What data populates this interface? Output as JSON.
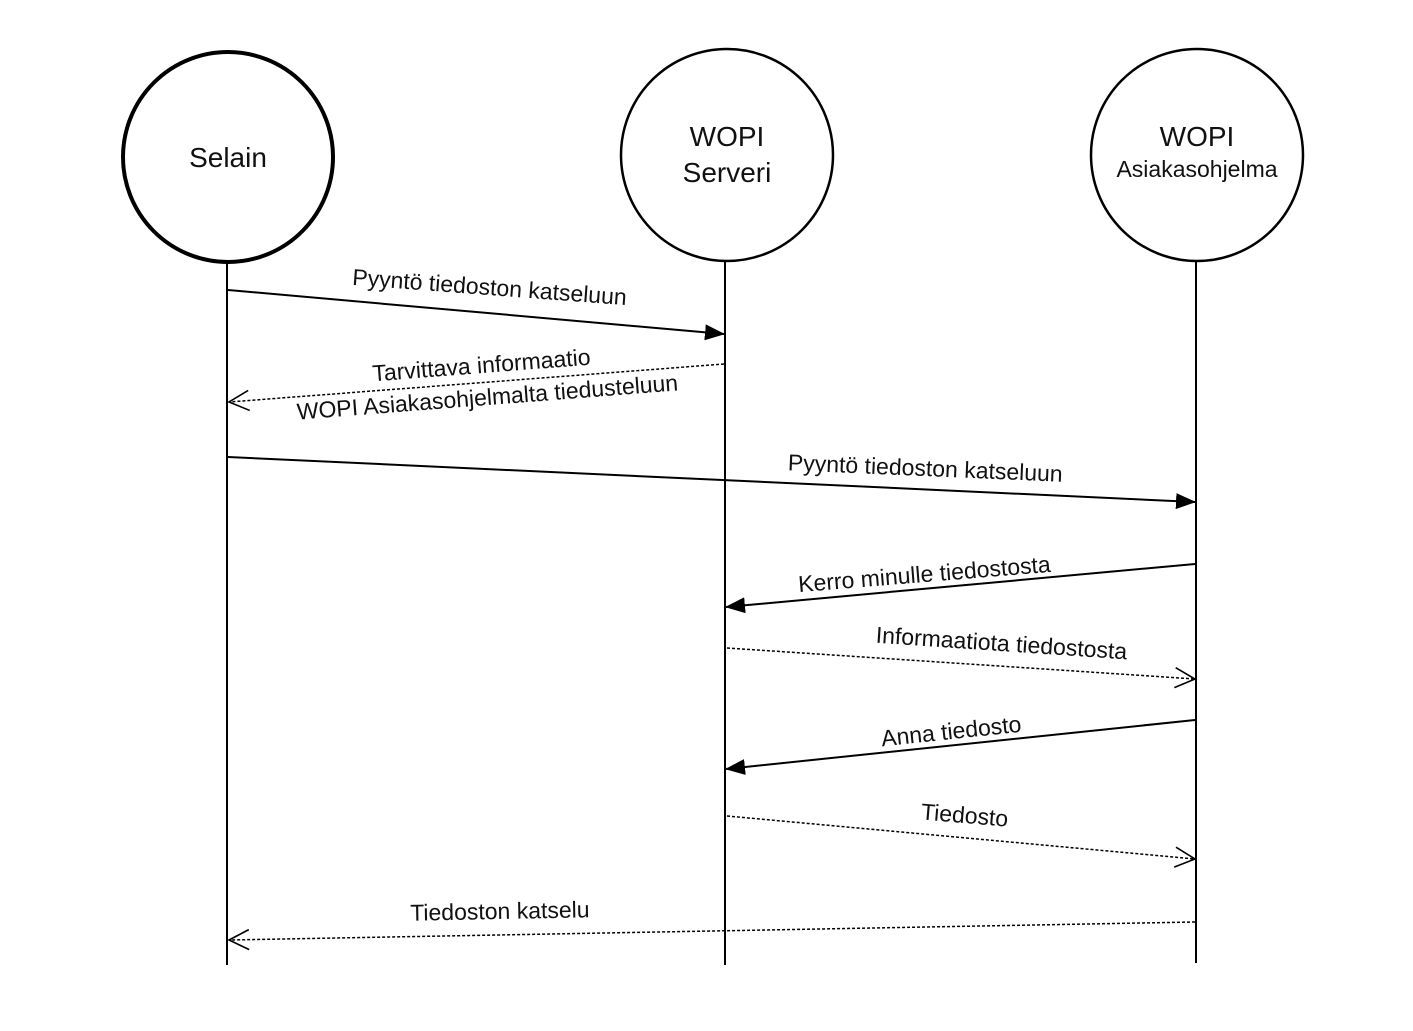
{
  "participants": [
    {
      "id": "selain",
      "lines": [
        "Selain"
      ]
    },
    {
      "id": "wopi-serveri",
      "lines": [
        "WOPI",
        "Serveri"
      ]
    },
    {
      "id": "wopi-asiakasohjelma",
      "lines": [
        "WOPI",
        "Asiakasohjelma"
      ]
    }
  ],
  "messages": [
    {
      "id": "m1",
      "from": "selain",
      "to": "wopi-serveri",
      "style": "solid",
      "lines": [
        "Pyyntö tiedoston katseluun"
      ]
    },
    {
      "id": "m2",
      "from": "wopi-serveri",
      "to": "selain",
      "style": "dashed",
      "lines": [
        "Tarvittava informaatio",
        "WOPI Asiakasohjelmalta tiedusteluun"
      ]
    },
    {
      "id": "m3",
      "from": "selain",
      "to": "wopi-asiakasohjelma",
      "style": "solid",
      "lines": [
        "Pyyntö tiedoston katseluun"
      ]
    },
    {
      "id": "m4",
      "from": "wopi-asiakasohjelma",
      "to": "wopi-serveri",
      "style": "solid",
      "lines": [
        "Kerro minulle tiedostosta"
      ]
    },
    {
      "id": "m5",
      "from": "wopi-serveri",
      "to": "wopi-asiakasohjelma",
      "style": "dashed",
      "lines": [
        "Informaatiota tiedostosta"
      ]
    },
    {
      "id": "m6",
      "from": "wopi-asiakasohjelma",
      "to": "wopi-serveri",
      "style": "solid",
      "lines": [
        "Anna tiedosto"
      ]
    },
    {
      "id": "m7",
      "from": "wopi-serveri",
      "to": "wopi-asiakasohjelma",
      "style": "dashed",
      "lines": [
        "Tiedosto"
      ]
    },
    {
      "id": "m8",
      "from": "wopi-asiakasohjelma",
      "to": "selain",
      "style": "dashed",
      "lines": [
        "Tiedoston katselu"
      ]
    }
  ],
  "colors": {
    "line": "#000000",
    "text": "#111111",
    "background": "#ffffff"
  }
}
